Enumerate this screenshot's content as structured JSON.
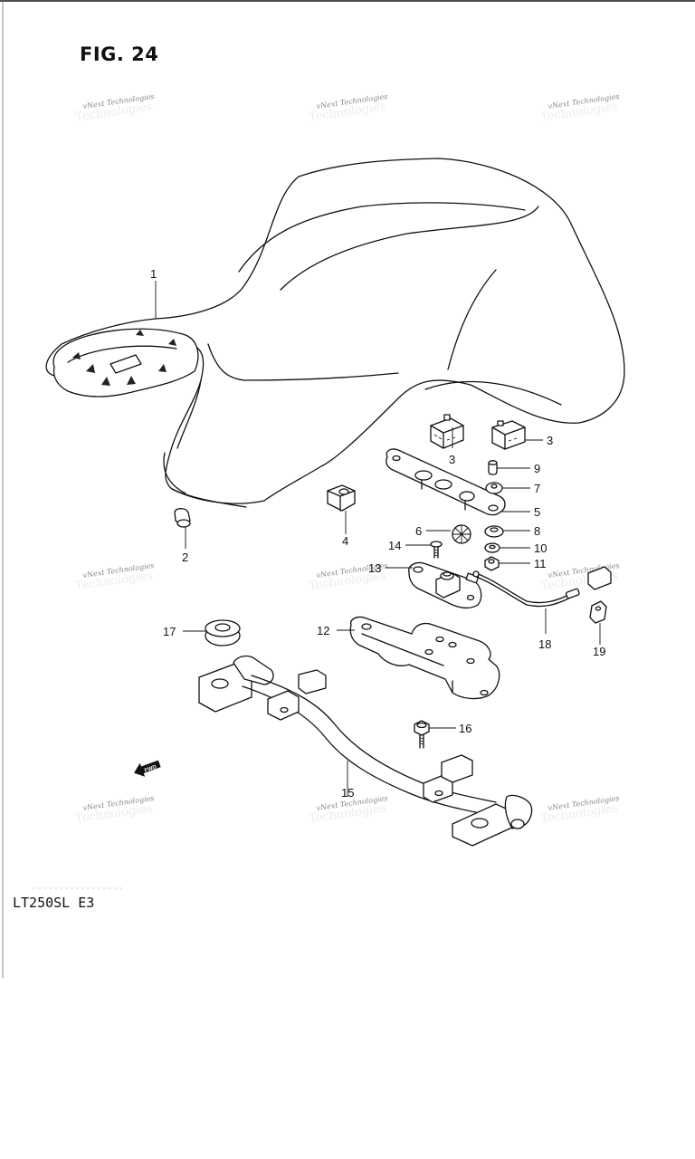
{
  "figure_title": "FIG. 24",
  "model_label": "LT250SL  E3",
  "fwd_marker": "FWD",
  "watermark_text": "vNext Technologies",
  "callouts": [
    "1",
    "2",
    "3",
    "3",
    "4",
    "5",
    "6",
    "7",
    "8",
    "9",
    "10",
    "11",
    "12",
    "13",
    "14",
    "15",
    "16",
    "17",
    "18",
    "19"
  ],
  "colors": {
    "ink": "#111111",
    "watermark": "#888888",
    "background": "#ffffff"
  }
}
